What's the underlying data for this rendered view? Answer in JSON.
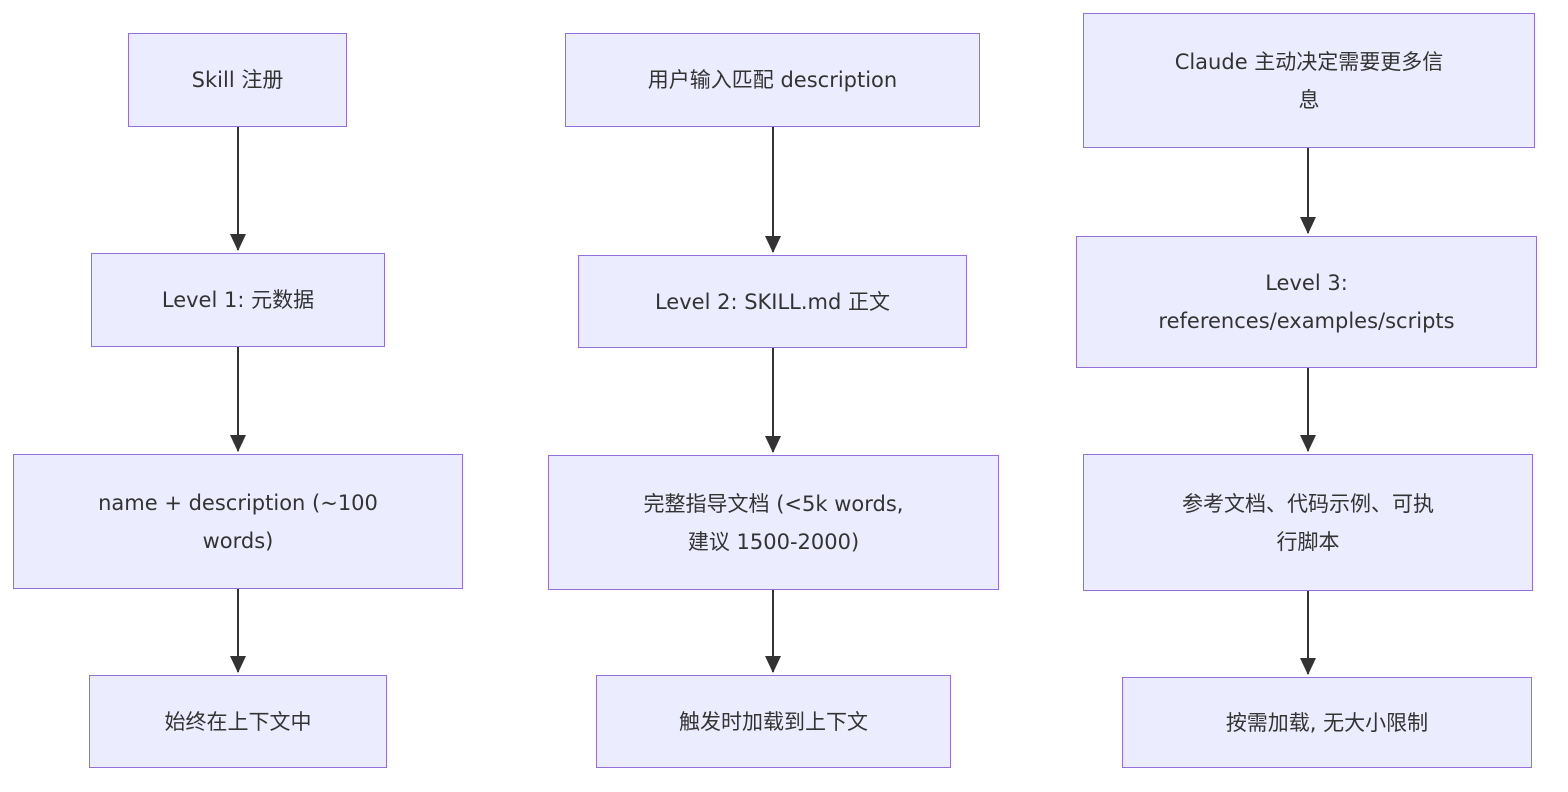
{
  "diagram": {
    "type": "flowchart",
    "direction": "top-down",
    "colors": {
      "node_fill": "#ececff",
      "node_border": "#9370db",
      "node_text": "#333333",
      "arrow": "#333333",
      "background": "#ffffff"
    },
    "columns": [
      {
        "id": "level-1-chain",
        "nodes": [
          "Skill 注册",
          "Level 1: 元数据",
          "name + description (~100\nwords)",
          "始终在上下文中"
        ]
      },
      {
        "id": "level-2-chain",
        "nodes": [
          "用户输入匹配 description",
          "Level 2: SKILL.md 正文",
          "完整指导文档 (<5k words,\n建议 1500-2000)",
          "触发时加载到上下文"
        ]
      },
      {
        "id": "level-3-chain",
        "nodes": [
          "Claude 主动决定需要更多信\n息",
          "Level 3:\nreferences/examples/scripts",
          "参考文档、代码示例、可执\n行脚本",
          "按需加载, 无大小限制"
        ]
      }
    ]
  }
}
